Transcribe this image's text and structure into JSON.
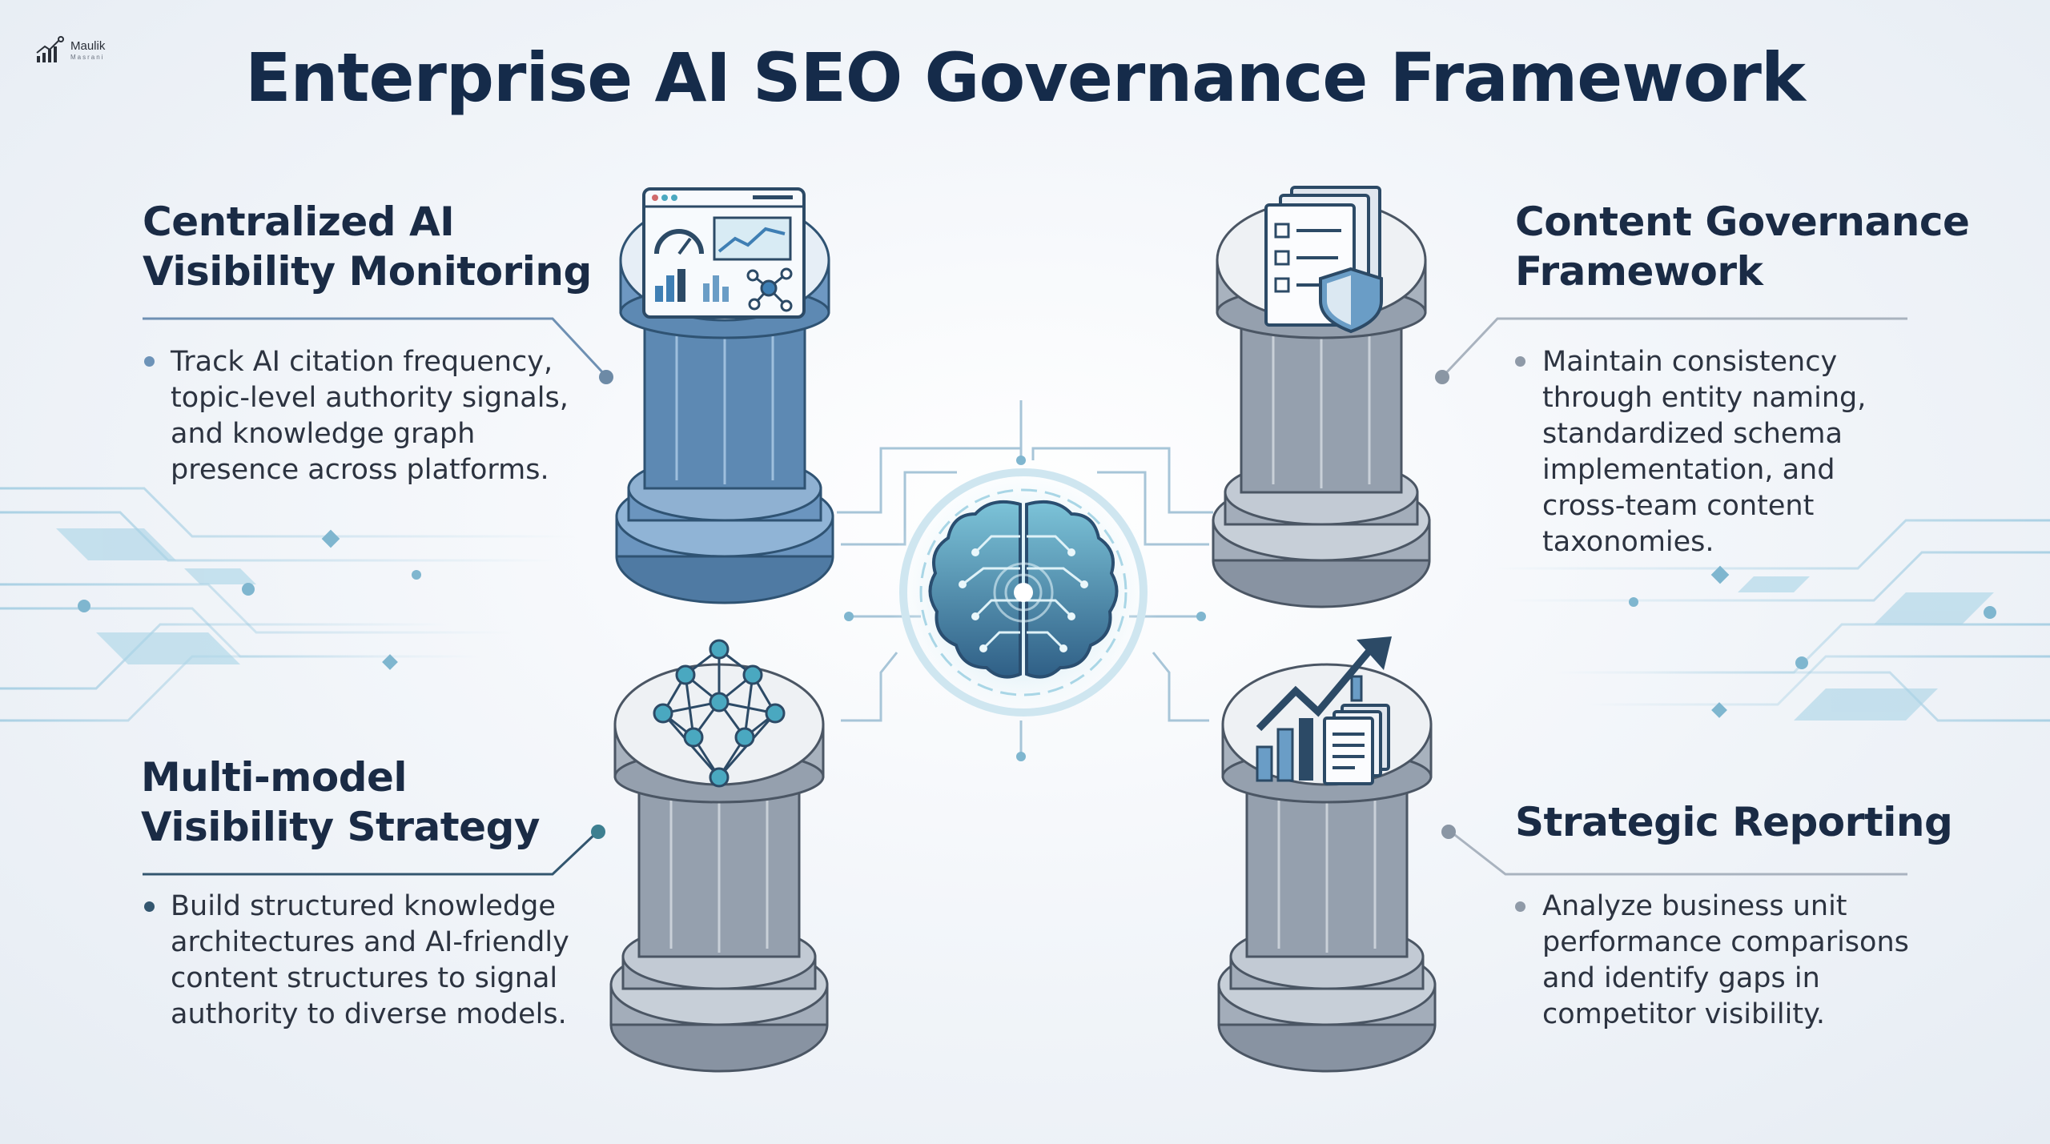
{
  "logo": {
    "name": "Maulik",
    "subname": "Masrani"
  },
  "title": "Enterprise AI SEO Governance Framework",
  "pillars": [
    {
      "heading_lines": [
        "Centralized AI",
        "Visibility Monitoring"
      ],
      "bullet_lines": [
        "Track AI citation frequency,",
        "topic-level authority signals,",
        "and knowledge graph",
        "presence across platforms."
      ],
      "icon": "dashboard-icon",
      "color": "#5a86b4"
    },
    {
      "heading_lines": [
        "Content Governance",
        "Framework"
      ],
      "bullet_lines": [
        "Maintain consistency",
        "through entity naming,",
        "standardized schema",
        "implementation, and",
        "cross-team content",
        "taxonomies."
      ],
      "icon": "document-shield-icon",
      "color": "#8a96a6"
    },
    {
      "heading_lines": [
        "Multi-model",
        "Visibility Strategy"
      ],
      "bullet_lines": [
        "Build structured knowledge",
        "architectures and AI-friendly",
        "content structures to signal",
        "authority to diverse models."
      ],
      "icon": "neural-network-icon",
      "color": "#8a96a6"
    },
    {
      "heading_lines": [
        "Strategic Reporting"
      ],
      "bullet_lines": [
        "Analyze business unit",
        "performance comparisons",
        "and identify gaps in",
        "competitor visibility."
      ],
      "icon": "growth-report-icon",
      "color": "#8a96a6"
    }
  ],
  "center_icon": "brain-circuit-icon",
  "colors": {
    "title": "#152b4a",
    "accent_blue": "#3f7fb4",
    "accent_teal": "#4aa8c0",
    "gray": "#8f9aa8"
  }
}
